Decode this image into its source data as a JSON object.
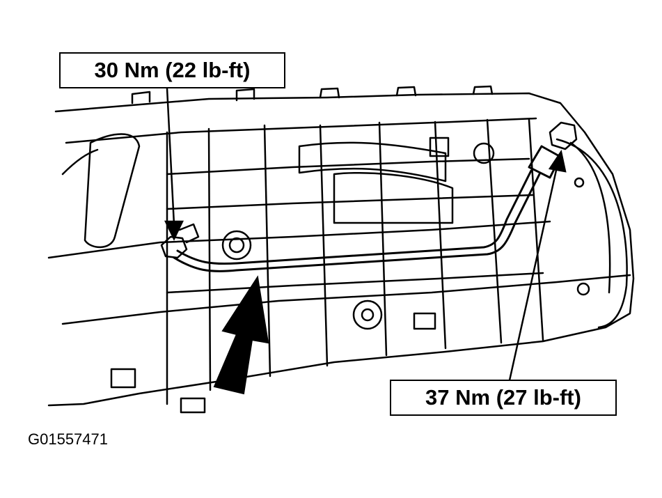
{
  "callouts": {
    "torque_left": "30 Nm (22 lb-ft)",
    "torque_right": "37 Nm (27 lb-ft)"
  },
  "figure_id": "G01557471",
  "colors": {
    "line": "#000000",
    "background": "#ffffff"
  }
}
